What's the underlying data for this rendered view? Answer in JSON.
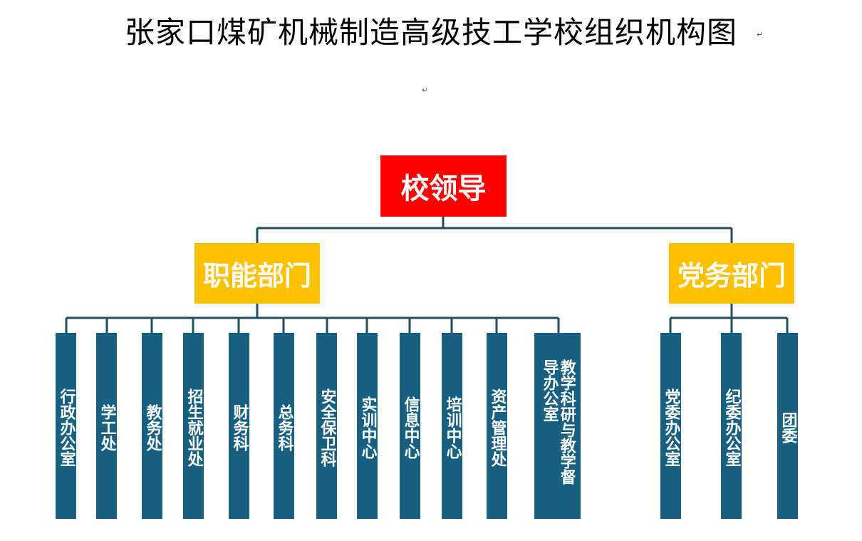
{
  "title": "张家口煤矿机械制造高级技工学校组织机构图",
  "root": {
    "label": "校领导"
  },
  "branches": [
    {
      "label": "职能部门",
      "children": [
        "行政办公室",
        "学工处",
        "教务处",
        "招生就业处",
        "财务科",
        "总务科",
        "安全保卫科",
        "实训中心",
        "信息中心",
        "培训中心",
        "资产管理处",
        "教学科研与教学督导办公室"
      ]
    },
    {
      "label": "党务部门",
      "children": [
        "党委办公室",
        "纪委办公室",
        "团委"
      ]
    }
  ],
  "colors": {
    "root": "#ff0000",
    "department": "#ffc000",
    "unit": "#17607f",
    "connector": "#1f4e5f"
  }
}
